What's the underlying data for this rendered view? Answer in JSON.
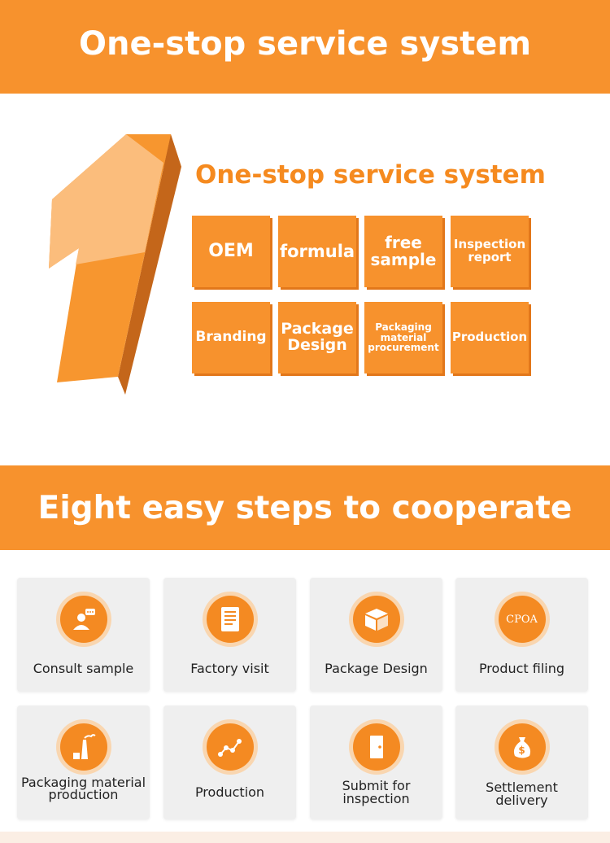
{
  "header": {
    "title": "One-stop service system"
  },
  "section1": {
    "subtitle": "One-stop service system",
    "tiles": [
      {
        "label": "OEM"
      },
      {
        "label": "formula"
      },
      {
        "label": "free sample"
      },
      {
        "label": "Inspection report"
      },
      {
        "label": "Branding"
      },
      {
        "label": "Package Design"
      },
      {
        "label": "Packaging material procurement"
      },
      {
        "label": "Production"
      }
    ]
  },
  "section2": {
    "title": "Eight easy steps to cooperate",
    "steps": [
      {
        "label": "Consult sample",
        "icon": "consult-person-icon"
      },
      {
        "label": "Factory visit",
        "icon": "document-icon"
      },
      {
        "label": "Package Design",
        "icon": "box-icon"
      },
      {
        "label": "Product filing",
        "icon": "cpoa-icon",
        "icon_text": "CPOA"
      },
      {
        "label": "Packaging material production",
        "icon": "factory-icon"
      },
      {
        "label": "Production",
        "icon": "process-flow-icon"
      },
      {
        "label": "Submit for inspection",
        "icon": "door-icon"
      },
      {
        "label": "Settlement delivery",
        "icon": "money-bag-icon",
        "icon_text": "$"
      }
    ]
  },
  "colors": {
    "accent": "#f7922d",
    "accent_dark": "#e2771a",
    "card_bg": "#efefef"
  }
}
